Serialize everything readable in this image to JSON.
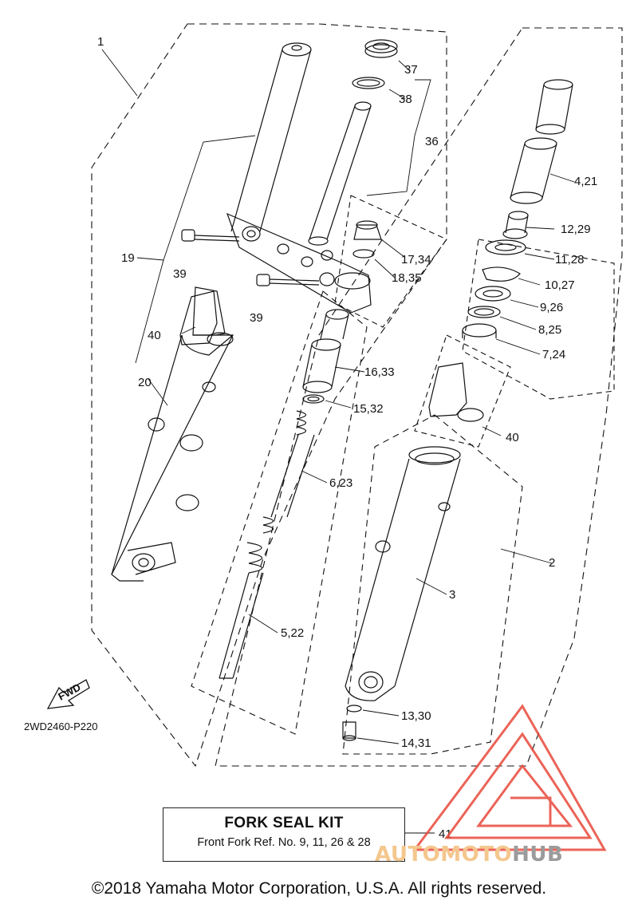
{
  "diagram_code": "2WD2460-P220",
  "fwd_label": "FWD",
  "callouts": {
    "c1": "1",
    "c2": "2",
    "c3": "3",
    "c4_21": "4,21",
    "c5_22": "5,22",
    "c6_23": "6,23",
    "c7_24": "7,24",
    "c8_25": "8,25",
    "c9_26": "9,26",
    "c10_27": "10,27",
    "c11_28": "11,28",
    "c12_29": "12,29",
    "c13_30": "13,30",
    "c14_31": "14,31",
    "c15_32": "15,32",
    "c16_33": "16,33",
    "c17_34": "17,34",
    "c18_35": "18,35",
    "c19": "19",
    "c20": "20",
    "c36": "36",
    "c37": "37",
    "c38": "38",
    "c39a": "39",
    "c39b": "39",
    "c40a": "40",
    "c40b": "40",
    "c41": "41"
  },
  "kit": {
    "title": "FORK SEAL KIT",
    "subtitle": "Front Fork Ref. No. 9, 11, 26 & 28"
  },
  "copyright": "©2018 Yamaha Motor Corporation, U.S.A. All rights reserved.",
  "watermark": {
    "part1": "AUTO",
    "part2": "MOTO",
    "part3": "HUB",
    "color": "#e84a3c"
  }
}
